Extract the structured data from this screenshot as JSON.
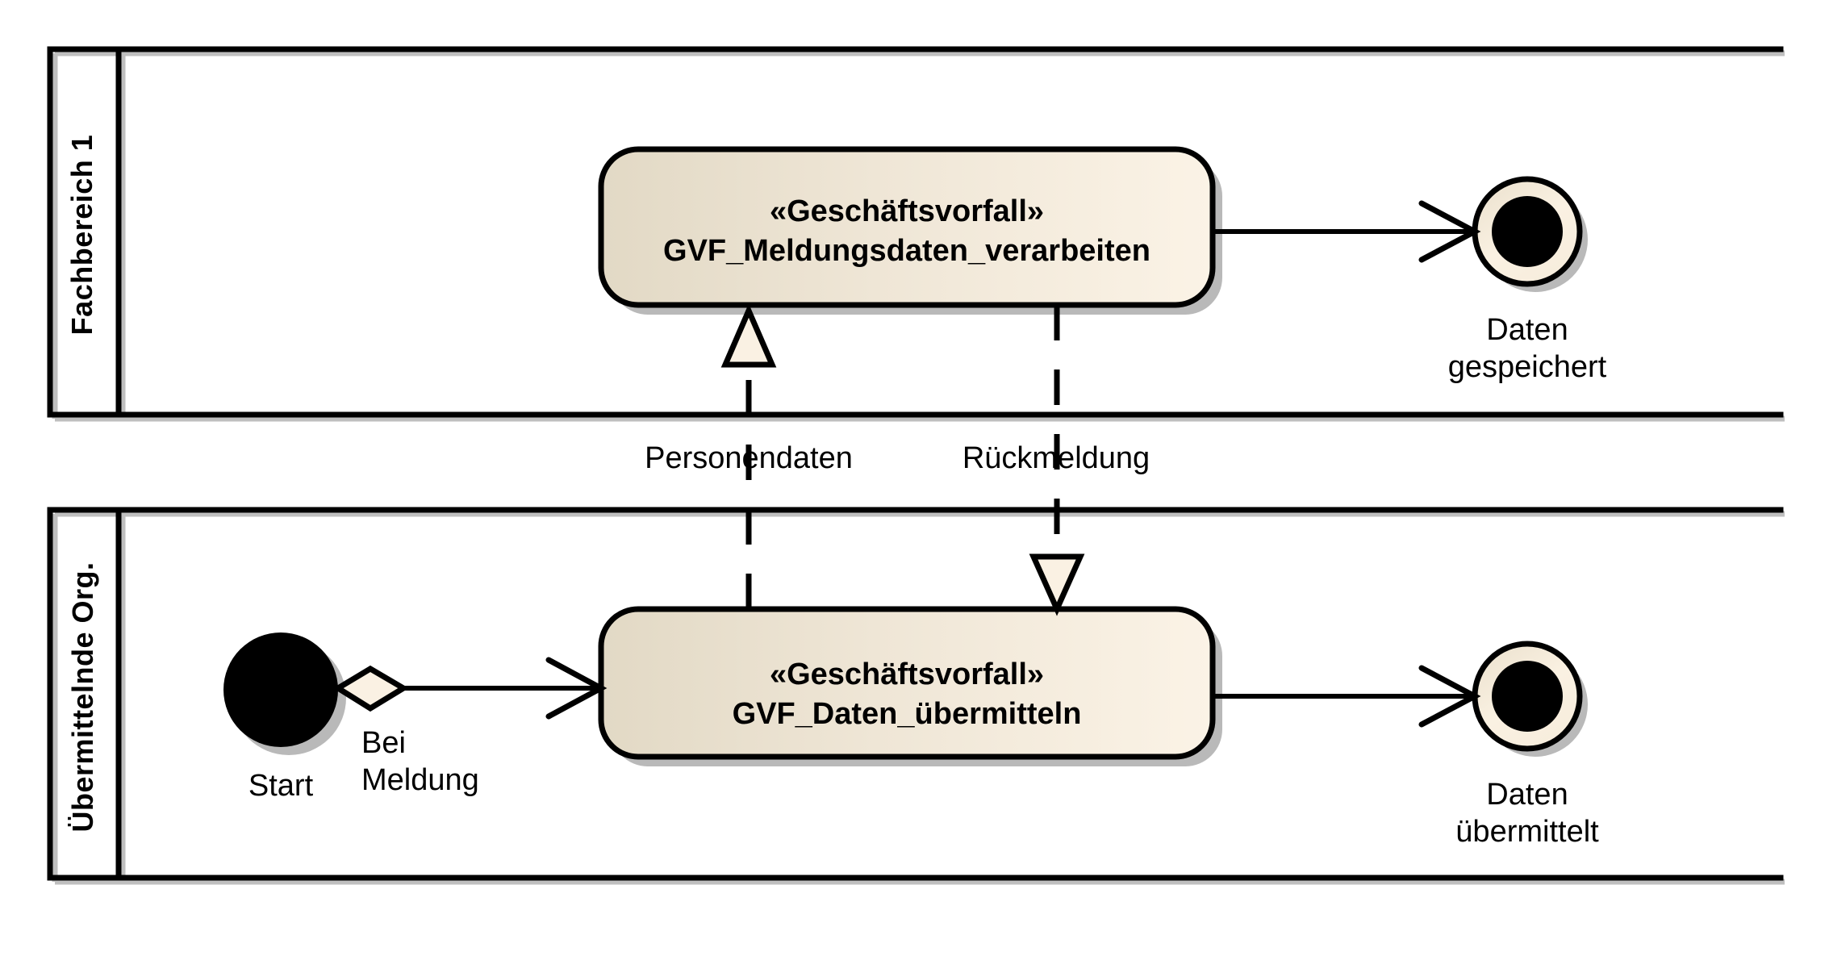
{
  "diagram": {
    "type": "uml-activity-diagram",
    "title": "UML Aktivitätsdiagramm mit Swimlanes",
    "background": "#ffffff"
  },
  "colors": {
    "line": "#000000",
    "shadow": "#b3b3b3",
    "activity_fill_left": "#e3dac6",
    "activity_fill_right": "#fbf2e4",
    "node_ring_fill": "#f9f0e1",
    "node_core_fill": "#000000",
    "diamond_fill": "#faf1e3",
    "arrowhead_fill": "#faf1e3"
  },
  "lanes": [
    {
      "id": "lane-fachbereich",
      "label": "Fachbereich 1"
    },
    {
      "id": "lane-uebermittelnde-org",
      "label": "Übermittelnde Org."
    }
  ],
  "activities": [
    {
      "id": "activity-meldungsdaten-verarbeiten",
      "stereotype": "«Geschäftsvorfall»",
      "name": "GVF_Meldungsdaten_verarbeiten",
      "lane": "Fachbereich 1"
    },
    {
      "id": "activity-daten-uebermitteln",
      "stereotype": "«Geschäftsvorfall»",
      "name": "GVF_Daten_übermitteln",
      "lane": "Übermittelnde Org."
    }
  ],
  "nodes": [
    {
      "id": "end-daten-gespeichert",
      "kind": "final-node",
      "label": "Daten\ngespeichert",
      "lane": "Fachbereich 1"
    },
    {
      "id": "start-node",
      "kind": "initial-node",
      "label": "Start",
      "lane": "Übermittelnde Org."
    },
    {
      "id": "end-daten-uebermittelt",
      "kind": "final-node",
      "label": "Daten\nübermittelt",
      "lane": "Übermittelnde Org."
    }
  ],
  "edges": [
    {
      "id": "edge-start-to-uebermitteln",
      "label": "Bei\nMeldung",
      "style": "solid",
      "from": "start-node",
      "to": "activity-daten-uebermitteln"
    },
    {
      "id": "edge-personendaten",
      "label": "Personendaten",
      "style": "dashed",
      "from": "activity-daten-uebermitteln",
      "to": "activity-meldungsdaten-verarbeiten"
    },
    {
      "id": "edge-rueckmeldung",
      "label": "Rückmeldung",
      "style": "dashed",
      "from": "activity-meldungsdaten-verarbeiten",
      "to": "activity-daten-uebermitteln"
    },
    {
      "id": "edge-verarbeiten-to-gespeichert",
      "label": "",
      "style": "solid",
      "from": "activity-meldungsdaten-verarbeiten",
      "to": "end-daten-gespeichert"
    },
    {
      "id": "edge-uebermitteln-to-uebermittelt",
      "label": "",
      "style": "solid",
      "from": "activity-daten-uebermitteln",
      "to": "end-daten-uebermittelt"
    }
  ]
}
